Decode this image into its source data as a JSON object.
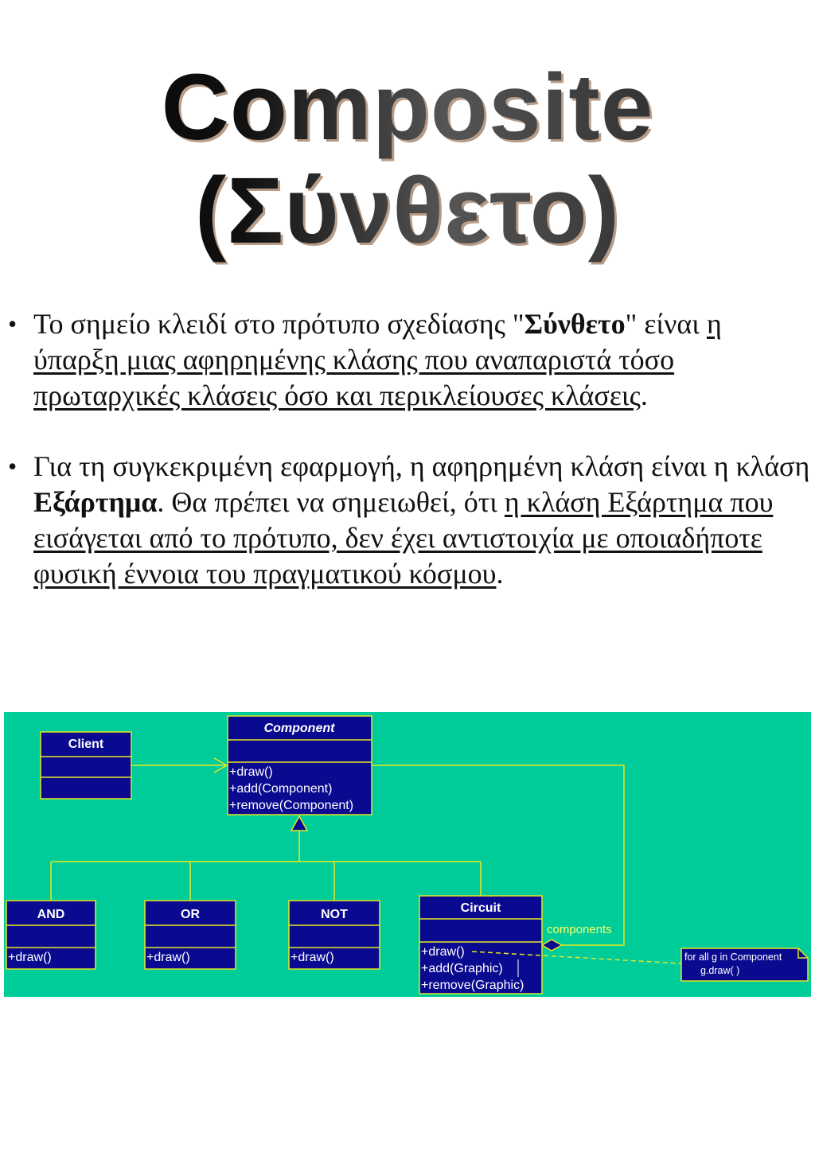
{
  "title": "Composite (Σύνθετο)",
  "bullets": [
    {
      "t1": "Το σημείο κλειδί στο πρότυπο σχεδίασης \"",
      "bold": "Σύνθετο",
      "t2": "\" είναι ",
      "u1": "η ύπαρξη μιας αφηρημένης κλάσης που αναπαριστά τόσο πρωταρχικές κλάσεις όσο και περικλείουσες κλάσεις",
      "end": "."
    },
    {
      "t1": "Για τη συγκεκριμένη εφαρμογή, η αφηρημένη κλάση είναι η κλάση ",
      "bold": "Εξάρτημα",
      "t2": ". Θα πρέπει να σημειωθεί, ότι ",
      "u1": "η κλάση Εξάρτημα που εισάγεται από το πρότυπο, δεν έχει αντιστοιχία με οποιαδήποτε φυσική έννοια του πραγματικού κόσμου",
      "end": "."
    }
  ],
  "diagram": {
    "colors": {
      "background": "#00cc99",
      "class_fill": "#0a0a90",
      "line": "#e8e820",
      "text": "#ffffff"
    },
    "classes": {
      "client": {
        "name": "Client",
        "methods": []
      },
      "component": {
        "name": "Component",
        "methods": [
          "+draw()",
          "+add(Component)",
          "+remove(Component)"
        ]
      },
      "and": {
        "name": "AND",
        "methods": [
          "+draw()"
        ]
      },
      "or": {
        "name": "OR",
        "methods": [
          "+draw()"
        ]
      },
      "not": {
        "name": "NOT",
        "methods": [
          "+draw()"
        ]
      },
      "circuit": {
        "name": "Circuit",
        "methods": [
          "+draw()",
          "+add(Graphic)",
          "+remove(Graphic)"
        ]
      }
    },
    "association_label": "components",
    "note": {
      "line1": "for all g in Component",
      "line2": "g.draw( )"
    }
  }
}
